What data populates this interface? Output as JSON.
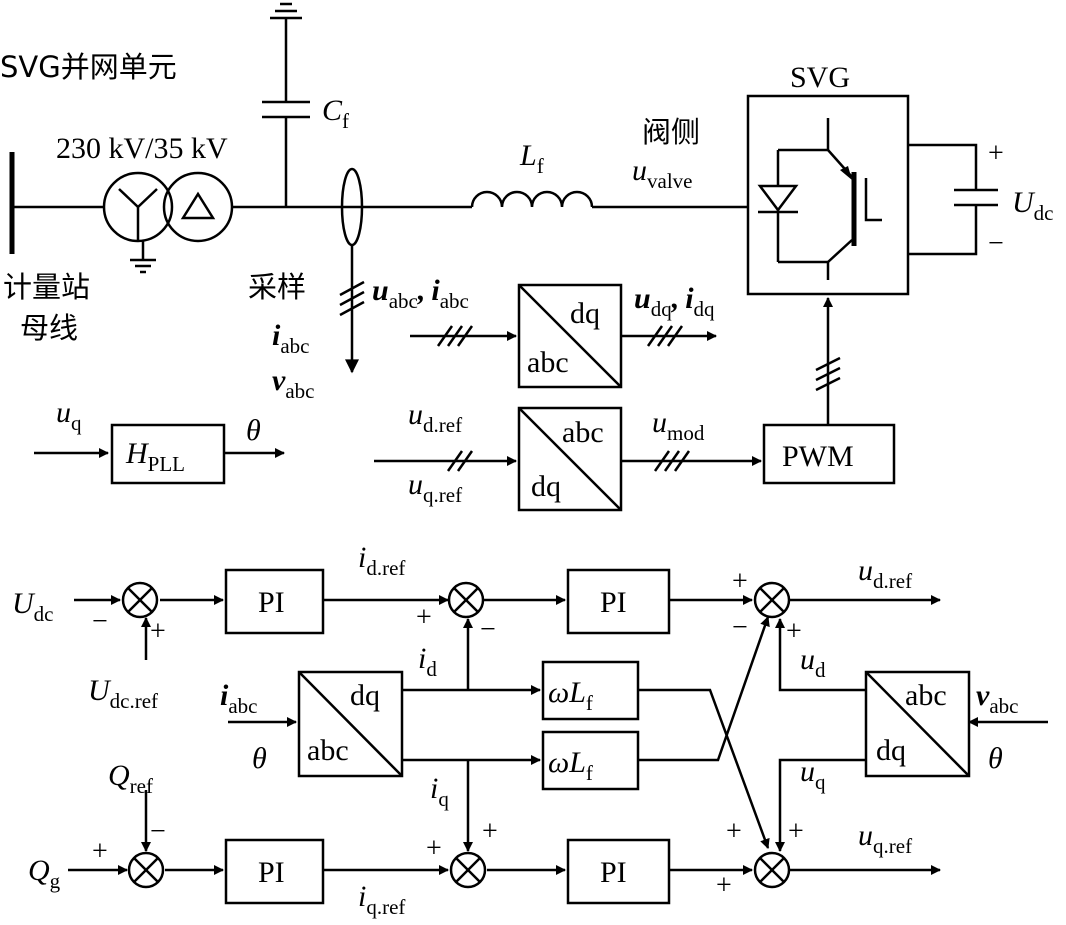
{
  "labels": {
    "svg_unit": "SVG并网单元",
    "transformer": "230 kV/35 kV",
    "metering_bus_1": "计量站",
    "metering_bus_2": "母线",
    "sampling": "采样",
    "valve_side": "阀侧",
    "svg_title": "SVG",
    "pwm": "PWM",
    "pi": "PI",
    "dq": "dq",
    "abc": "abc",
    "plus": "+",
    "minus": "−"
  },
  "symbols": {
    "Cf": {
      "base": "C",
      "sub": "f"
    },
    "Lf": {
      "base": "L",
      "sub": "f"
    },
    "uvalve": {
      "base": "u",
      "sub": "valve"
    },
    "Udc": {
      "base": "U",
      "sub": "dc"
    },
    "iabc": {
      "base": "i",
      "sub": "abc"
    },
    "vabc": {
      "base": "v",
      "sub": "abc"
    },
    "uabc": {
      "base": "u",
      "sub": "abc"
    },
    "udq": {
      "base": "u",
      "sub": "dq"
    },
    "idq": {
      "base": "i",
      "sub": "dq"
    },
    "uq": {
      "base": "u",
      "sub": "q"
    },
    "HPLL": {
      "base": "H",
      "sub": "PLL"
    },
    "theta": "θ",
    "udref": {
      "base": "u",
      "sub": "d.ref"
    },
    "uqref": {
      "base": "u",
      "sub": "q.ref"
    },
    "umod": {
      "base": "u",
      "sub": "mod"
    },
    "Udcref": {
      "base": "U",
      "sub": "dc.ref"
    },
    "idref": {
      "base": "i",
      "sub": "d.ref"
    },
    "iqref": {
      "base": "i",
      "sub": "q.ref"
    },
    "id": {
      "base": "i",
      "sub": "d"
    },
    "iq": {
      "base": "i",
      "sub": "q"
    },
    "ud": {
      "base": "u",
      "sub": "d"
    },
    "Qref": {
      "base": "Q",
      "sub": "ref"
    },
    "Qg": {
      "base": "Q",
      "sub": "g"
    },
    "omega": "ω",
    "comma": ","
  }
}
